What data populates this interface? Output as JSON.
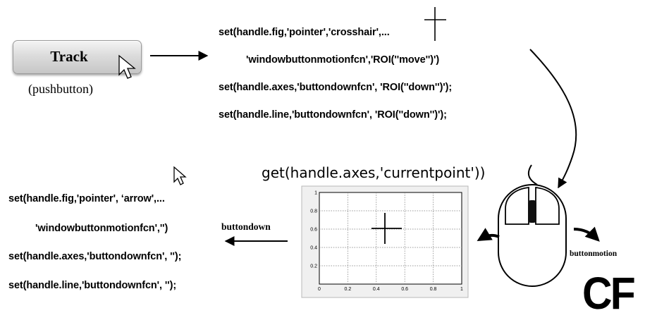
{
  "button": {
    "label": "Track",
    "type_label": "(pushbutton)"
  },
  "code_top": [
    "set(handle.fig,'pointer','crosshair',...",
    "'windowbuttonmotionfcn','ROI(''move'')')",
    "set(handle.axes,'buttondownfcn', 'ROI(''down'')');",
    "set(handle.line,'buttondownfcn', 'ROI(''down'')');"
  ],
  "code_bottom": [
    "set(handle.fig,'pointer',  ‘arrow',...",
    "'windowbuttonmotionfcn','')",
    "set(handle.axes,'buttondownfcn', '');",
    "set(handle.line,'buttondownfcn', '');"
  ],
  "currentpoint_label": "get(handle.axes,'currentpoint'))",
  "event_labels": {
    "buttondown": "buttondown",
    "buttonmotion": "buttonmotion"
  },
  "logo_text": "CF",
  "icons": {
    "cursor": "arrow-cursor-icon",
    "crosshair": "crosshair-icon",
    "mouse": "mouse-icon"
  },
  "chart_data": {
    "type": "line",
    "title": "",
    "xlabel": "",
    "ylabel": "",
    "x_ticks": [
      "0",
      "0.2",
      "0.4",
      "0.6",
      "0.8",
      "1"
    ],
    "y_ticks": [
      "0",
      "0.2",
      "0.4",
      "0.6",
      "0.8",
      "1"
    ],
    "xlim": [
      0,
      1
    ],
    "ylim": [
      0,
      1
    ],
    "grid": true,
    "series": []
  }
}
